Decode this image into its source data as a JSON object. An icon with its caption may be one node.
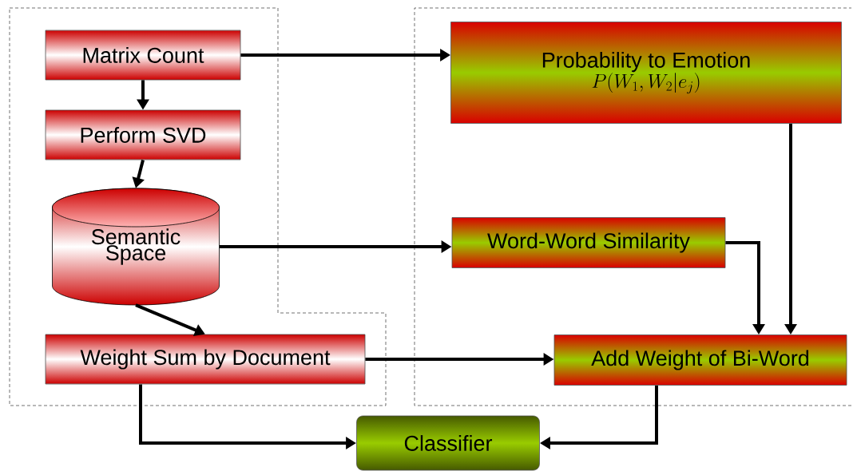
{
  "diagram": {
    "nodes": [
      {
        "text": [
          "Matrix Count"
        ]
      },
      {
        "text": [
          "Perform SVD"
        ]
      },
      {
        "text": [
          "Semantic Space"
        ]
      },
      {
        "text": [
          "Weight Sum by Document"
        ]
      },
      {
        "text": [
          "Probability to Emotion",
          "P(W_1,W_2|e_j)"
        ]
      },
      {
        "text": [
          "Word-Word Similarity"
        ]
      },
      {
        "text": [
          "Add Weight of Bi-Word"
        ]
      },
      {
        "text": [
          "Classifier"
        ]
      }
    ],
    "edges": [
      {
        "from": 0,
        "to": 1,
        "arrow": "to"
      },
      {
        "from": 1,
        "to": 2,
        "arrow": "to"
      },
      {
        "from": 2,
        "to": 3,
        "arrow": "to"
      },
      {
        "from": 0,
        "to": 4,
        "arrow": "to"
      },
      {
        "from": 2,
        "to": 5,
        "arrow": "to"
      },
      {
        "from": 3,
        "to": 6,
        "arrow": "to"
      },
      {
        "from": 5,
        "to": 6,
        "arrow": "to"
      },
      {
        "from": 4,
        "to": 6,
        "arrow": "to"
      },
      {
        "from": 3,
        "to": 7,
        "arrow": "to"
      },
      {
        "from": 6,
        "to": 7,
        "arrow": "to"
      }
    ]
  }
}
